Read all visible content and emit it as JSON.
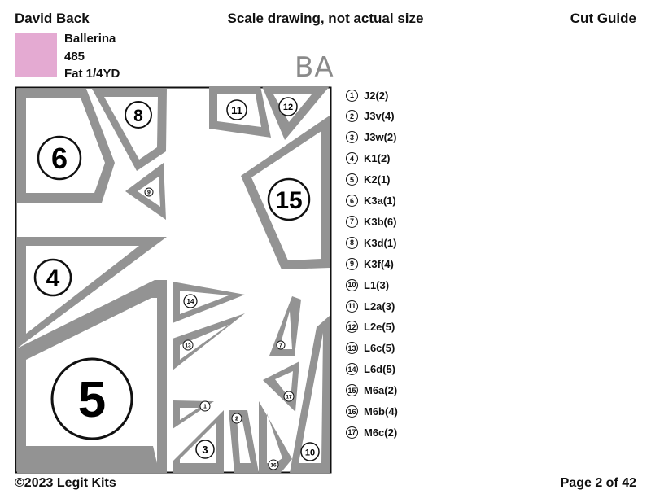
{
  "header": {
    "designer": "David Back",
    "scale_note": "Scale drawing, not actual size",
    "title": "Cut Guide"
  },
  "fabric": {
    "name": "Ballerina",
    "number": "485",
    "cut": "Fat 1/4YD",
    "code": "BA",
    "swatch_color": "#e4aad2"
  },
  "colors": {
    "piece_fill": "#939393",
    "outline": "#111111"
  },
  "pieces": [
    {
      "label": "1"
    },
    {
      "label": "2"
    },
    {
      "label": "3"
    },
    {
      "label": "4"
    },
    {
      "label": "5"
    },
    {
      "label": "6"
    },
    {
      "label": "7"
    },
    {
      "label": "8"
    },
    {
      "label": "9"
    },
    {
      "label": "10"
    },
    {
      "label": "11"
    },
    {
      "label": "12"
    },
    {
      "label": "13"
    },
    {
      "label": "14"
    },
    {
      "label": "15"
    },
    {
      "label": "16"
    },
    {
      "label": "17"
    }
  ],
  "legend": [
    {
      "num": "1",
      "text": "J2(2)"
    },
    {
      "num": "2",
      "text": "J3v(4)"
    },
    {
      "num": "3",
      "text": "J3w(2)"
    },
    {
      "num": "4",
      "text": "K1(2)"
    },
    {
      "num": "5",
      "text": "K2(1)"
    },
    {
      "num": "6",
      "text": "K3a(1)"
    },
    {
      "num": "7",
      "text": "K3b(6)"
    },
    {
      "num": "8",
      "text": "K3d(1)"
    },
    {
      "num": "9",
      "text": "K3f(4)"
    },
    {
      "num": "10",
      "text": "L1(3)"
    },
    {
      "num": "11",
      "text": "L2a(3)"
    },
    {
      "num": "12",
      "text": "L2e(5)"
    },
    {
      "num": "13",
      "text": "L6c(5)"
    },
    {
      "num": "14",
      "text": "L6d(5)"
    },
    {
      "num": "15",
      "text": "M6a(2)"
    },
    {
      "num": "16",
      "text": "M6b(4)"
    },
    {
      "num": "17",
      "text": "M6c(2)"
    }
  ],
  "footer": {
    "copyright": "©2023 Legit Kits",
    "page": "Page 2 of 42"
  }
}
